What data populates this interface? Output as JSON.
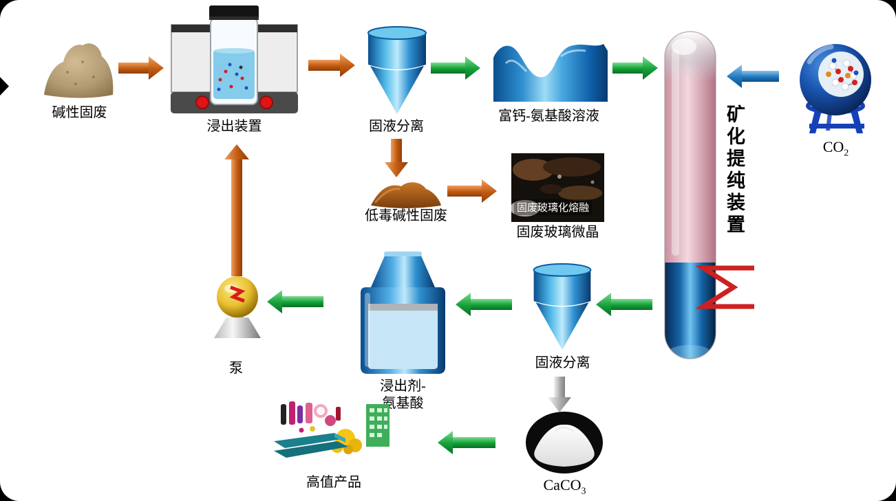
{
  "colors": {
    "arrow_orange": "#C05A10",
    "arrow_green": "#14A038",
    "arrow_blue": "#1E78C0",
    "arrow_gray": "#ABABAB",
    "column_pink": "#F2D4DA",
    "column_blue": "#1565A8",
    "background": "#FFFFFF"
  },
  "nodes": {
    "alkaline_solid_waste": {
      "label": "碱性固废"
    },
    "leaching_device": {
      "label": "浸出装置"
    },
    "solid_liquid_separation_1": {
      "label": "固液分离"
    },
    "calcium_amino_solution": {
      "label": "富钙-氨基酸溶液"
    },
    "mineralization_column": {
      "label": "矿化提纯装置"
    },
    "co2": {
      "formula": "CO",
      "subscript": "2"
    },
    "low_toxicity_waste": {
      "label": "低毒碱性固废"
    },
    "glass_microcrystal": {
      "label": "固废玻璃微晶",
      "overlay": "固废玻璃化熔融"
    },
    "solid_liquid_separation_2": {
      "label": "固液分离"
    },
    "caco3": {
      "formula": "CaCO",
      "subscript": "3"
    },
    "leaching_agent": {
      "line1": "浸出剂-",
      "line2": "氨基酸"
    },
    "pump": {
      "label": "泵"
    },
    "high_value_products": {
      "label": "高值产品"
    }
  }
}
